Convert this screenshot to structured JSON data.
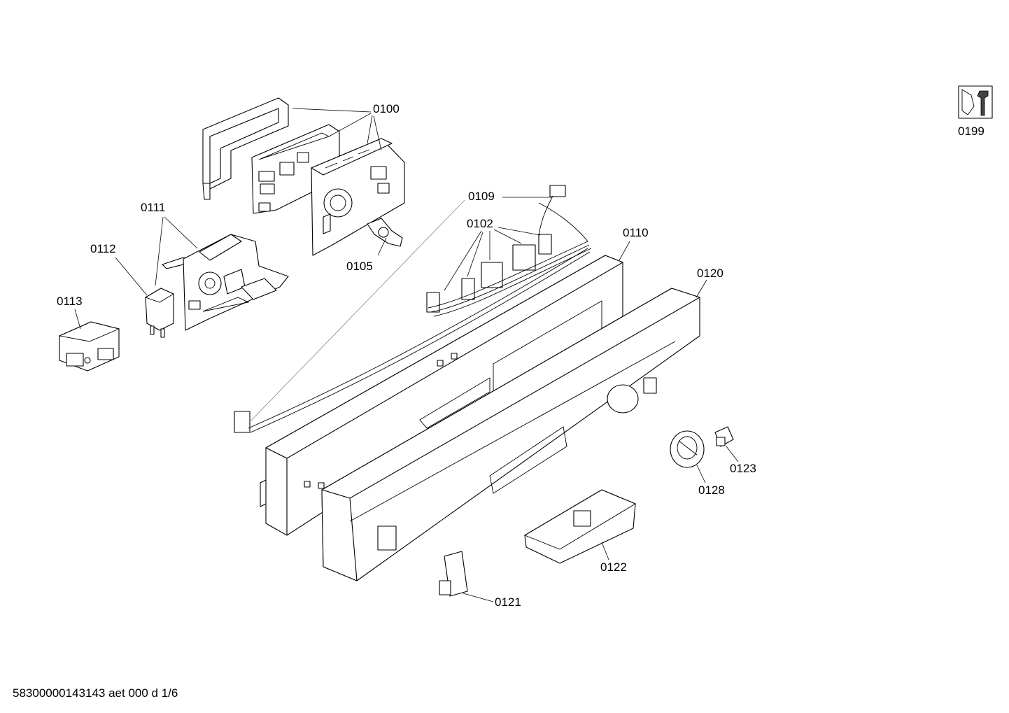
{
  "diagram": {
    "callouts": {
      "c0100": "0100",
      "c0102": "0102",
      "c0105": "0105",
      "c0109": "0109",
      "c0110": "0110",
      "c0111": "0111",
      "c0112": "0112",
      "c0113": "0113",
      "c0120": "0120",
      "c0121": "0121",
      "c0122": "0122",
      "c0123": "0123",
      "c0128": "0128",
      "c0199": "0199"
    },
    "tool_icon": "wrench-nut-icon"
  },
  "footer": {
    "document_code": "58300000143143 aet 000 d 1/6"
  }
}
